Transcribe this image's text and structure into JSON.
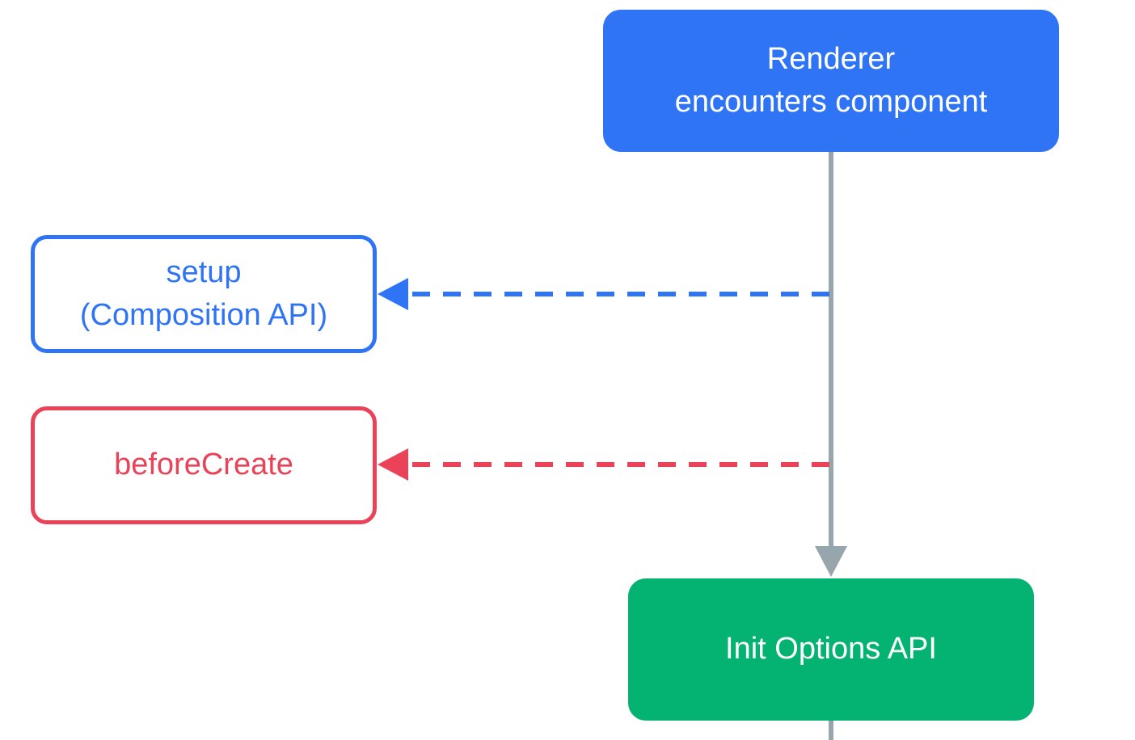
{
  "colors": {
    "blue": "#2f74f5",
    "red": "#ea4258",
    "green": "#04b271",
    "gray": "#97a5ad",
    "white": "#ffffff"
  },
  "nodes": {
    "renderer": {
      "label": "Renderer\nencounters component"
    },
    "setup": {
      "label": "setup\n(Composition API)"
    },
    "before_create": {
      "label": "beforeCreate"
    },
    "init_options": {
      "label": "Init Options API"
    }
  }
}
